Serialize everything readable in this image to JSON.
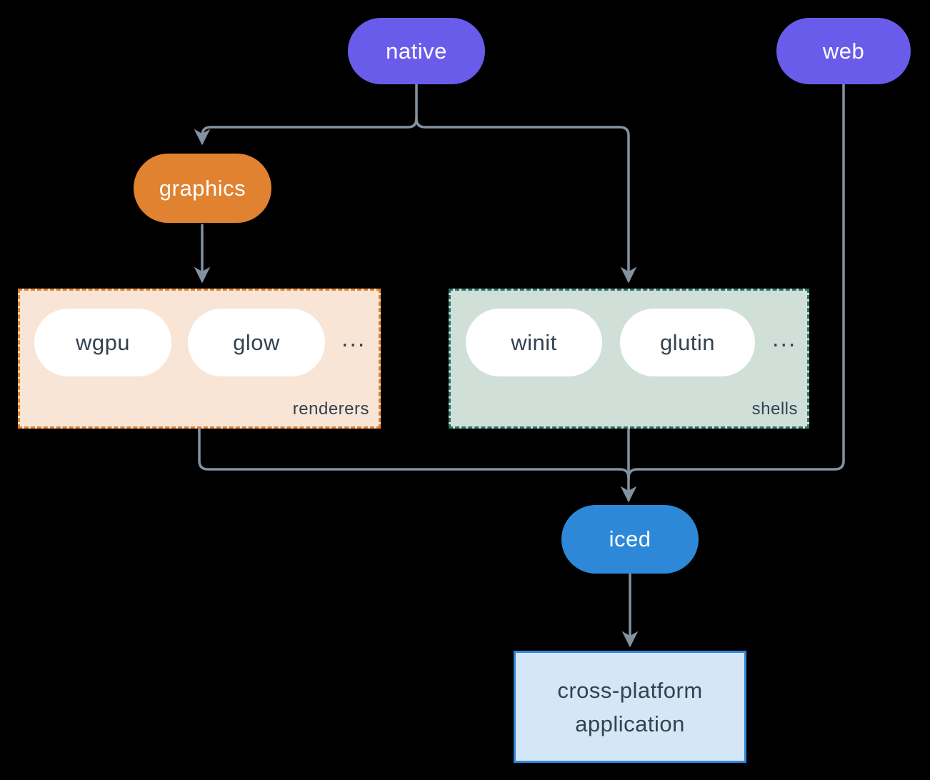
{
  "canvas": {
    "background": "#000000"
  },
  "colors": {
    "connector": "#8292A0",
    "native_web_fill": "#6A5CEA",
    "graphics_fill": "#E0822F",
    "iced_fill": "#2D89D8",
    "renderers_fill": "#F9E5D6",
    "renderers_border": "#E0822F",
    "shells_fill": "#D0E0D9",
    "shells_border": "#30726A",
    "app_fill": "#D5E6F7",
    "app_border": "#3187D9",
    "text_on_color": "#FFFFFF",
    "text_dark": "#33424F"
  },
  "nodes": {
    "native": "native",
    "web": "web",
    "graphics": "graphics",
    "iced": "iced",
    "app": {
      "line1": "cross-platform",
      "line2": "application"
    }
  },
  "groups": {
    "renderers": {
      "label": "renderers",
      "items": [
        "wgpu",
        "glow"
      ],
      "more": "..."
    },
    "shells": {
      "label": "shells",
      "items": [
        "winit",
        "glutin"
      ],
      "more": "..."
    }
  }
}
